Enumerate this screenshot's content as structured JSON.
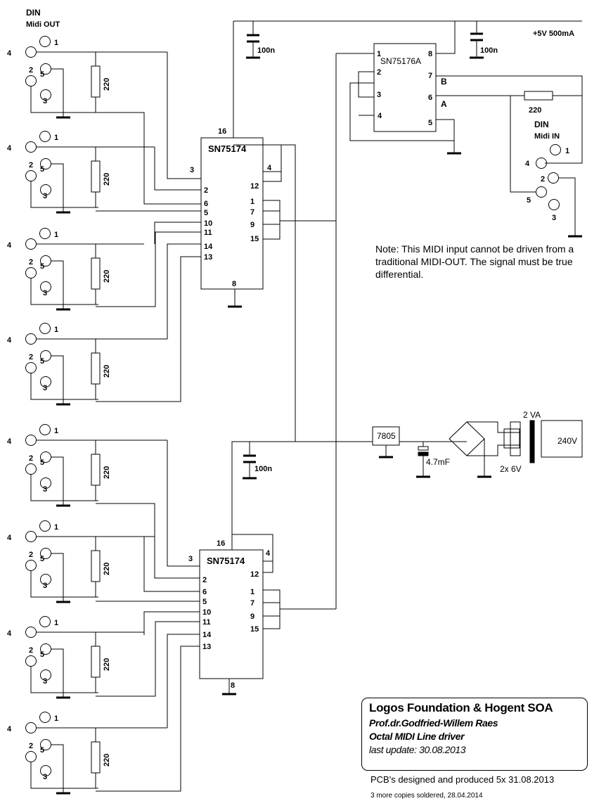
{
  "din_out": {
    "title": "DIN",
    "subtitle": "Midi OUT"
  },
  "connector_pins": {
    "p1": "1",
    "p2": "2",
    "p3": "3",
    "p4": "4",
    "p5": "5"
  },
  "resistor_value": "220",
  "capacitor_value": "100n",
  "power_label": "+5V 500mA",
  "driver_ic": {
    "name": "SN75174",
    "pins": {
      "p16": "16",
      "p3": "3",
      "p2": "2",
      "p4": "4",
      "p12": "12",
      "p6": "6",
      "p5": "5",
      "p1": "1",
      "p7": "7",
      "p10": "10",
      "p11": "11",
      "p9": "9",
      "p14": "14",
      "p15": "15",
      "p13": "13",
      "p8": "8"
    }
  },
  "receiver_ic": {
    "name": "SN75176A",
    "pins": {
      "p1": "1",
      "p2": "2",
      "p3": "3",
      "p4": "4",
      "p5": "5",
      "p6": "6",
      "p7": "7",
      "p8": "8"
    },
    "bus_b": "B",
    "bus_a": "A"
  },
  "din_in": {
    "title": "DIN",
    "subtitle": "Midi IN"
  },
  "note": "Note: This MIDI input cannot be driven from a traditional MIDI-OUT. The signal must be true differential.",
  "power_supply": {
    "regulator": "7805",
    "capacitor": "4.7mF",
    "transformer_rating": "2 VA",
    "mains": "240V",
    "secondary": "2x 6V"
  },
  "title_block": {
    "title": "Logos Foundation & Hogent SOA",
    "author": "Prof.dr.Godfried-Willem Raes",
    "project": "Octal MIDI Line driver",
    "update": "last update: 30.08.2013"
  },
  "pcb_note": "PCB's designed and produced 5x 31.08.2013",
  "copies_note": "3 more copies soldered, 28.04.2014"
}
